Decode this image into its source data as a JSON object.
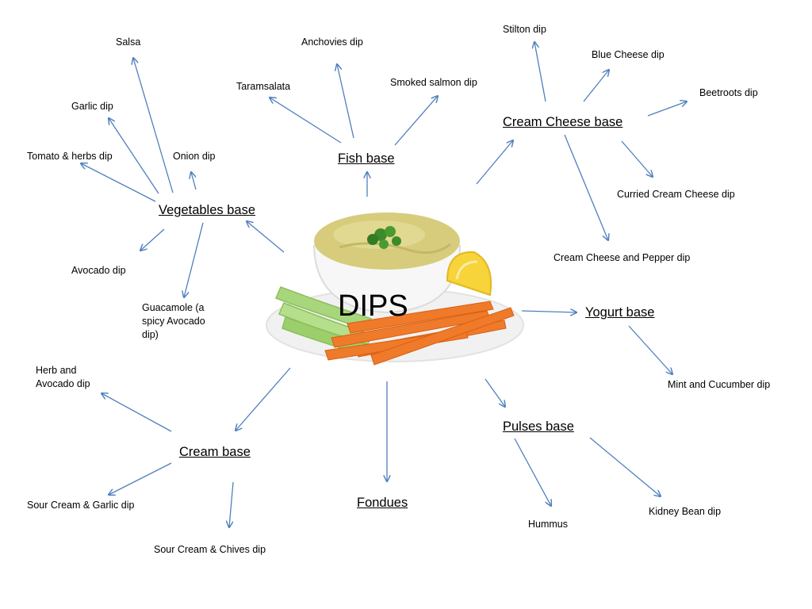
{
  "title": "DIPS",
  "colors": {
    "arrow": "#4f7fbd",
    "text": "#000000",
    "background": "#ffffff",
    "bowl": "#d6cc7c",
    "carrot": "#ef7a2a",
    "celery": "#a8d67c",
    "lemon": "#f6d43a",
    "parsley": "#3d8a2a"
  },
  "image": {
    "icon": "hummus-bowl-with-carrots-celery-lemon"
  },
  "bases": {
    "vegetables": "Vegetables base",
    "fish": "Fish base",
    "cream_cheese": "Cream Cheese base",
    "yogurt": "Yogurt base",
    "pulses": "Pulses base",
    "fondues": "Fondues",
    "cream": "Cream base"
  },
  "dips": {
    "salsa": "Salsa",
    "garlic": "Garlic dip",
    "tomato_herbs": "Tomato & herbs dip",
    "onion": "Onion dip",
    "avocado": "Avocado dip",
    "guacamole": "Guacamole (a spicy Avocado dip)",
    "anchovies": "Anchovies dip",
    "taramsalata": "Taramsalata",
    "smoked_salmon": "Smoked salmon dip",
    "stilton": "Stilton dip",
    "blue_cheese": "Blue Cheese dip",
    "beetroots": "Beetroots dip",
    "curried_cream_cheese": "Curried Cream Cheese dip",
    "cream_cheese_pepper": "Cream Cheese and Pepper dip",
    "mint_cucumber": "Mint and Cucumber dip",
    "hummus": "Hummus",
    "kidney_bean": "Kidney Bean dip",
    "herb_avocado": "Herb and Avocado dip",
    "sour_cream_garlic": "Sour Cream & Garlic dip",
    "sour_cream_chives": "Sour Cream & Chives dip"
  }
}
